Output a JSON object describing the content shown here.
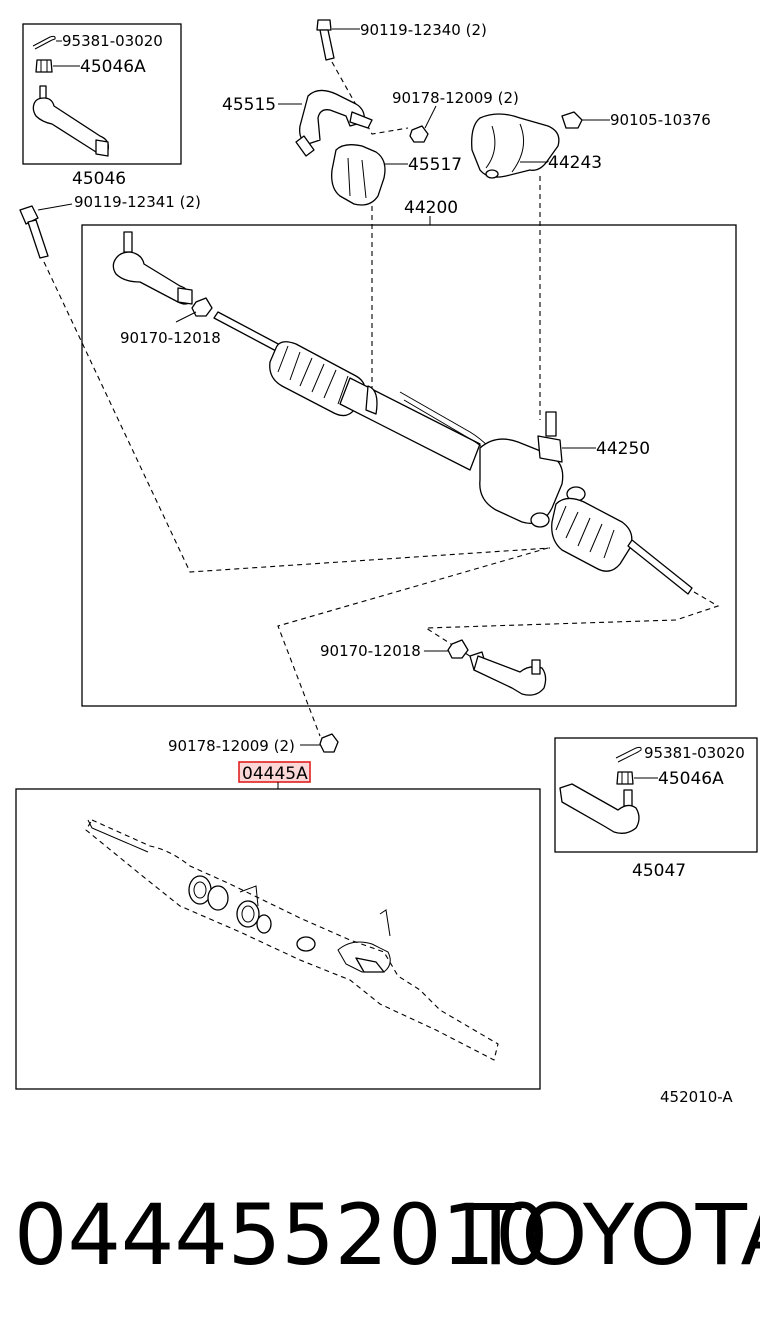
{
  "labels": {
    "cotter_pin_top": "95381-03020",
    "castle_nut_top": "45046A",
    "tie_rod_end_lh": "45046",
    "bolt_top": "90119-12340 (2)",
    "bracket": "45515",
    "nut_top": "90178-12009 (2)",
    "bolt_right": "90105-10376",
    "bushing": "45517",
    "cover": "44243",
    "bolt_left": "90119-12341 (2)",
    "rack_assembly": "44200",
    "lock_nut_left": "90170-12018",
    "valve_housing": "44250",
    "lock_nut_right": "90170-12018",
    "nut_bottom": "90178-12009 (2)",
    "gasket_kit": "04445A",
    "cotter_pin_right": "95381-03020",
    "castle_nut_right": "45046A",
    "tie_rod_end_rh": "45047",
    "diagram_code": "452010-A"
  },
  "footer": {
    "part_number": "0444552010",
    "brand": "TOYOTA"
  },
  "colors": {
    "highlight": "#e02020",
    "highlight_fill": "#fbd7d7",
    "line": "#000000"
  }
}
